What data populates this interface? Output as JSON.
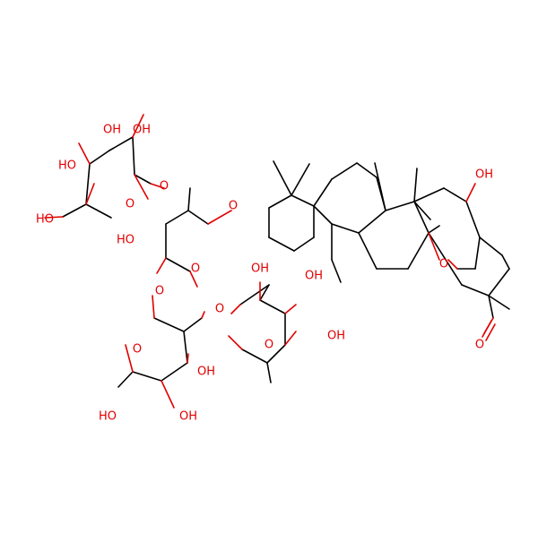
{
  "colors": {
    "background": "#ffffff",
    "bond": "#000000",
    "oxygen": "#e00000"
  },
  "labels": {
    "oh": "OH",
    "ho": "HO",
    "o": "O"
  }
}
